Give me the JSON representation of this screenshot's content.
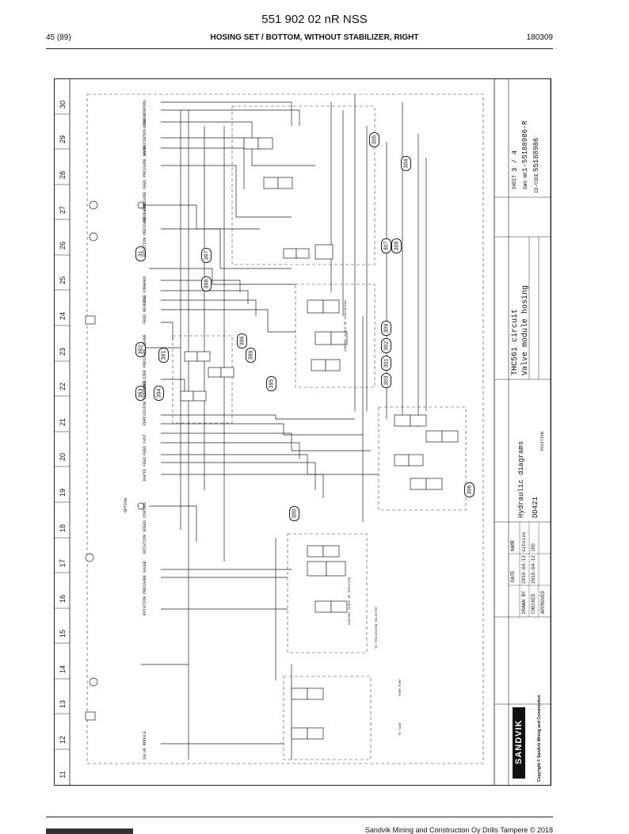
{
  "header": {
    "doc_number": "551 902 02 nR NSS",
    "page_count": "45 (89)",
    "title": "HOSING SET / BOTTOM, WITHOUT STABILIZER, RIGHT",
    "date": "180309"
  },
  "footer": {
    "company": "Sandvik Mining and Construction Oy Drills Tampere © 2018"
  },
  "diagram": {
    "zones": [
      "30",
      "29",
      "28",
      "27",
      "26",
      "25",
      "24",
      "23",
      "22",
      "21",
      "20",
      "19",
      "18",
      "17",
      "16",
      "15",
      "14",
      "13",
      "12",
      "11"
    ],
    "callouts": [
      "305",
      "304",
      "307",
      "308",
      "309",
      "302",
      "301",
      "303",
      "31",
      "397",
      "398",
      "392",
      "391",
      "396",
      "399",
      "395",
      "393",
      "394",
      "306",
      "300"
    ],
    "labels": [
      "BOOM CONTROL",
      "BOOM CONTROL VALVE",
      "FEED PRESSURE GAUGE",
      "FEED PRESSURE",
      "ROTATION PRESSURE GAUGE",
      "FEED FORWARD",
      "FEED REVERSE",
      "STABILIZER PRESSURE GAUGE",
      "PERCUSSION PRESSURE",
      "FEED FAST",
      "RAPID FEED",
      "ROTATION SPEED CONTROL",
      "OPTION",
      "ROTATION PRESSURE GAUGE",
      "VALVE MODULE",
      "CONTROL BLOCK OF ROTATION",
      "CONTROL BLOCK OF PERCUSSION",
      "TO PERCUSSION SELECTOR",
      "FROM PUMP",
      "TO TANK"
    ],
    "title_block": {
      "product": "THC561 circuit",
      "subtitle": "Valve module hosing",
      "diagram_type": "Hydraulic diagrams",
      "code": "DD421",
      "sheet": "SHEET",
      "sheet_value": "3 / 4",
      "dwg_label": "DWG NR",
      "dwg_value": "1-55188986-R",
      "id_label": "ID-CODE",
      "id_value": "55188986",
      "position_label": "POSITION",
      "drawn_label": "DRAWN BY",
      "checked_label": "CHECKED",
      "approved_label": "APPROVED",
      "date_label": "DATE",
      "name_label": "NAME",
      "drawn_date": "2019-04-12",
      "checked_date": "2019-04-12",
      "drawn_name": "sitoivo",
      "checked_name": "JPO",
      "logo": "SANDVIK",
      "copyright": "Copyright © Sandvik Mining and Construction"
    }
  }
}
